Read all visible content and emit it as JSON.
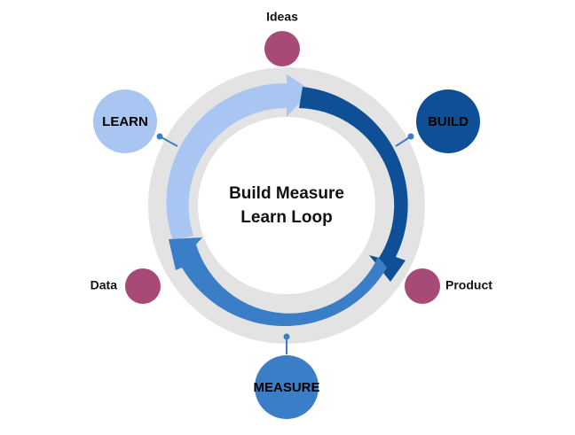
{
  "diagram": {
    "center": {
      "line1": "Build Measure",
      "line2": "Learn Loop"
    },
    "stages": [
      {
        "id": "build",
        "label": "BUILD",
        "color": "#0f4f95"
      },
      {
        "id": "measure",
        "label": "MEASURE",
        "color": "#3b7ec8"
      },
      {
        "id": "learn",
        "label": "LEARN",
        "color": "#a9c6f2"
      }
    ],
    "outputs": [
      {
        "id": "ideas",
        "label": "Ideas",
        "color": "#a84a78"
      },
      {
        "id": "product",
        "label": "Product",
        "color": "#a84a78"
      },
      {
        "id": "data",
        "label": "Data",
        "color": "#a84a78"
      }
    ],
    "colors": {
      "ring_background": "#e3e3e3",
      "connector": "#3b7ec8"
    }
  }
}
